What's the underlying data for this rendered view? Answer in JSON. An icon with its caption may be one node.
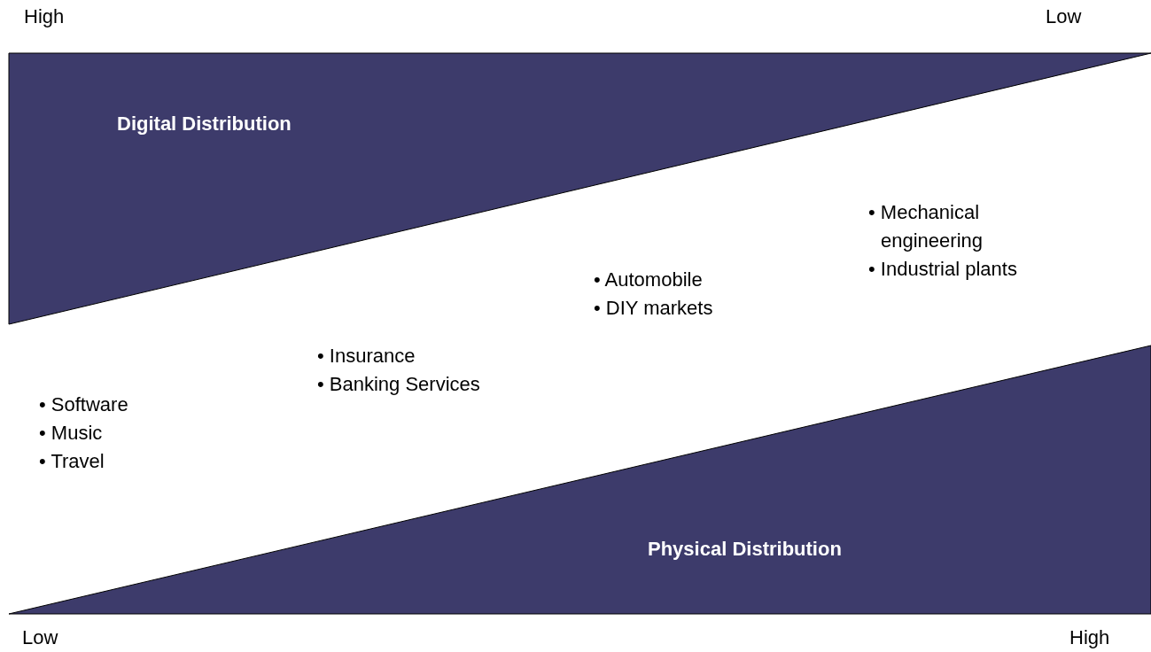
{
  "diagram": {
    "nodes": [
      {
        "text": [
          "Digital Distribution"
        ]
      },
      {
        "text": [
          "Physical Distribution"
        ]
      }
    ],
    "labels": [
      "High",
      "Low",
      "• Mechanical engineering",
      "• Industrial plants",
      "• Automobile",
      "• DIY markets",
      "• Insurance",
      "• Banking Services",
      "• Software",
      "• Music",
      "• Travel",
      "Low",
      "High"
    ]
  }
}
